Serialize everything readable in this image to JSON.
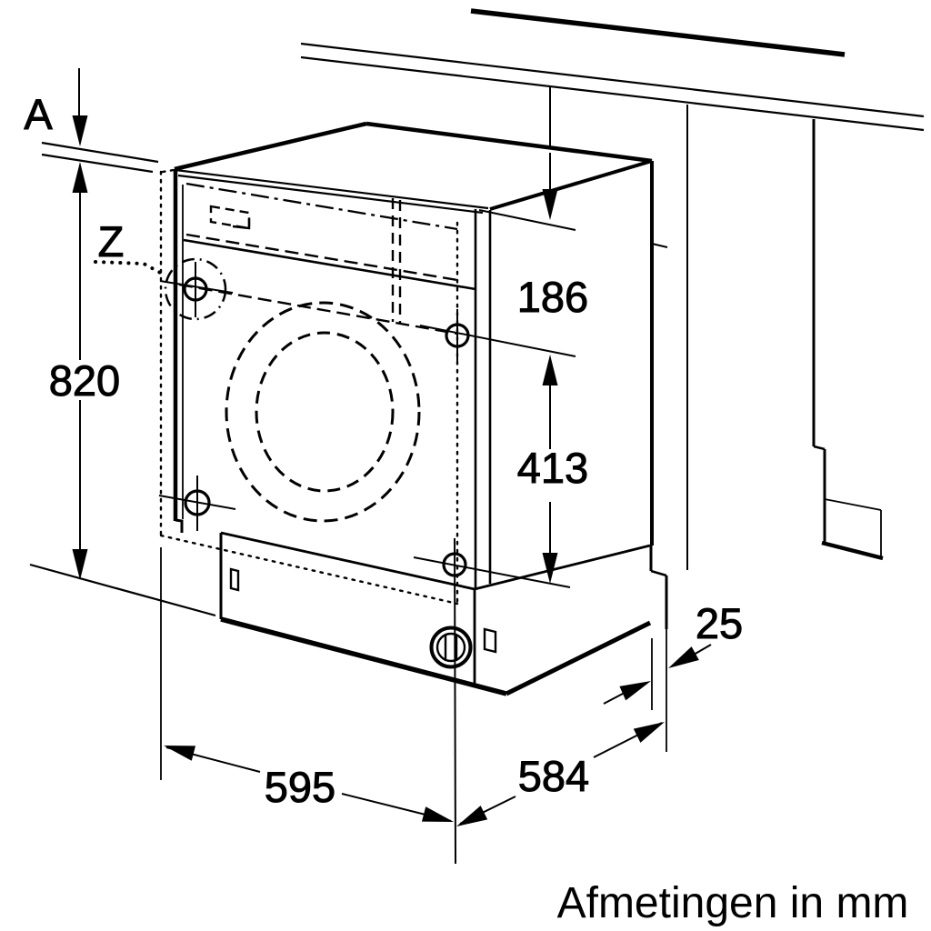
{
  "diagram": {
    "kind": "appliance installation dimension drawing",
    "caption": "Afmetingen in mm",
    "labels": {
      "a": "A",
      "z": "Z"
    },
    "dims": {
      "d820": "820",
      "d186": "186",
      "d413": "413",
      "d595": "595",
      "d584": "584",
      "d25": "25"
    },
    "colors": {
      "ink": "#000000",
      "paper": "#ffffff"
    }
  }
}
